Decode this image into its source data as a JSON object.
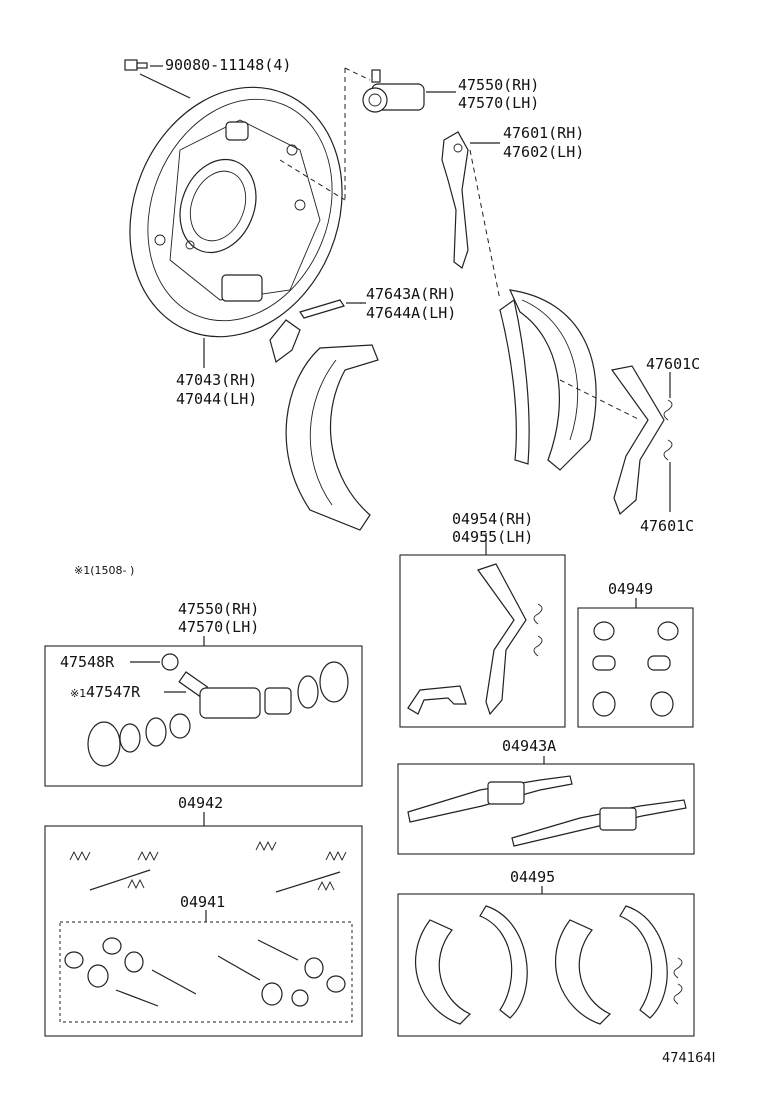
{
  "labels": {
    "bolt": "90080-11148(4)",
    "cyl_top_rh": "47550(RH)",
    "cyl_top_lh": "47570(LH)",
    "lever_rh": "47601(RH)",
    "lever_lh": "47602(LH)",
    "strut_rh": "47643A(RH)",
    "strut_lh": "47644A(LH)",
    "plate_rh": "47043(RH)",
    "plate_lh": "47044(LH)",
    "clip_a": "47601C",
    "clip_b": "47601C",
    "kit_lever_rh": "04954(RH)",
    "kit_lever_lh": "04955(LH)",
    "note": "※1(1508-    )",
    "cyl_kit_rh": "47550(RH)",
    "cyl_kit_lh": "47570(LH)",
    "bleeder": "47548R",
    "bleeder_cap": "47547R",
    "bleeder_cap_mark": "※1",
    "kit_cups": "04949",
    "kit_adjuster": "04943A",
    "kit_springs": "04942",
    "kit_hardware": "04941",
    "kit_shoes": "04495",
    "diagram_id": "474164I"
  }
}
